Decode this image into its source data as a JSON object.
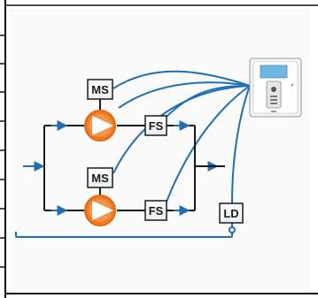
{
  "diagram": {
    "motor_sensor_label": "MS",
    "flow_switch_label": "FS",
    "leak_detector_label": "LD"
  },
  "colors": {
    "pipe": "#1a1a1a",
    "flow_arrow": "#1f6fb5",
    "signal_wire": "#1f6fb5",
    "pump": "#f07a22",
    "panel_background": "#fafafa",
    "controller_screen": "#6fb6e0"
  }
}
